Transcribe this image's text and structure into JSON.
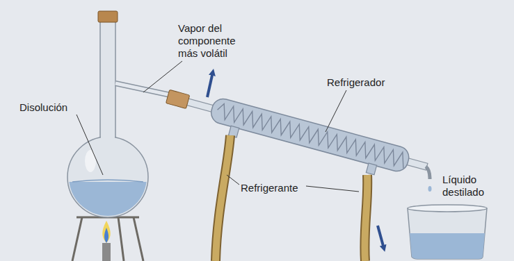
{
  "diagram": {
    "labels": [
      "Vapor del componente más volátil",
      "Disolución",
      "Refrigerador",
      "Refrigerante",
      "Líquido destilado"
    ]
  }
}
